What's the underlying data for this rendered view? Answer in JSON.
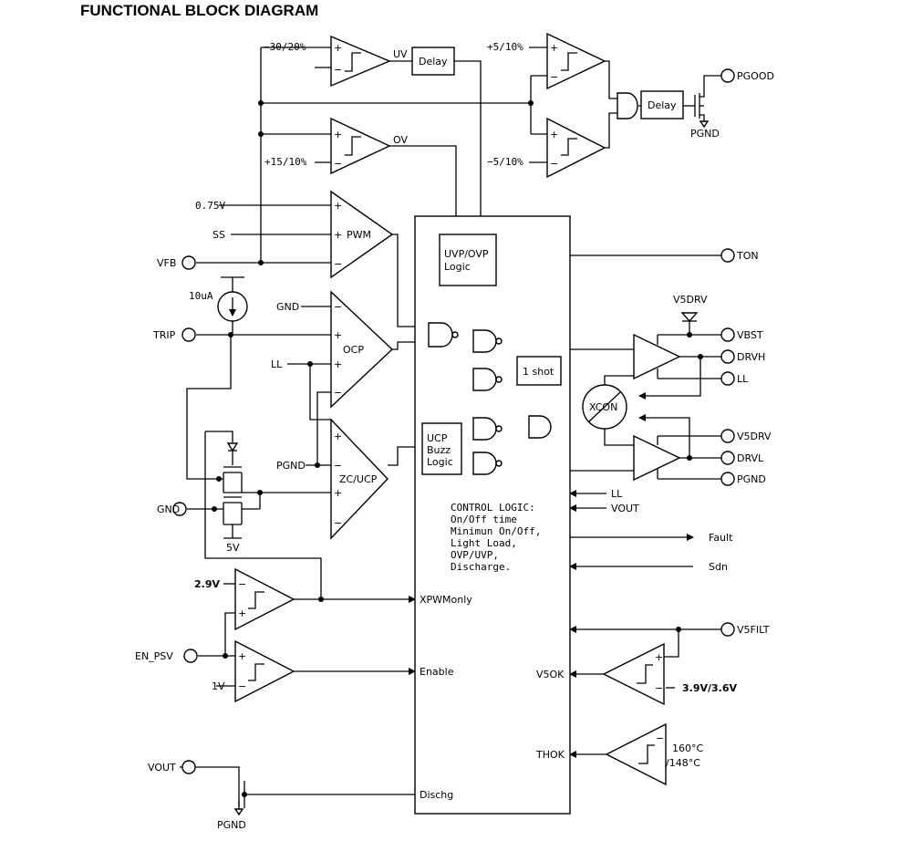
{
  "title": "FUNCTIONAL BLOCK DIAGRAM",
  "pins": {
    "pgood": "PGOOD",
    "ton": "TON",
    "v5drv_top": "V5DRV",
    "vbst": "VBST",
    "drvh": "DRVH",
    "ll_right": "LL",
    "v5drv": "V5DRV",
    "drvl": "DRVL",
    "pgnd_right": "PGND",
    "v5filt": "V5FILT",
    "vfb": "VFB",
    "trip": "TRIP",
    "gnd": "GND",
    "en_psv": "EN_PSV",
    "vout": "VOUT",
    "pgnd_bottom": "PGND",
    "pgnd_top": "PGND"
  },
  "refs": {
    "uv_thresh": "−30/20%",
    "ov_thresh": "+15/10%",
    "pg_high": "+5/10%",
    "pg_low": "−5/10%",
    "v075": "0.75V",
    "ss": "SS",
    "i10ua": "10uA",
    "gnd_ocp": "GND",
    "ll_ocp": "LL",
    "pgnd_zc": "PGND",
    "five_v": "5V",
    "v29": "2.9V",
    "v1": "1V",
    "v39": "3.9V/3.6V",
    "t160": "160°C",
    "t148": "/148°C",
    "ll_in": "LL",
    "vout_in": "VOUT",
    "fault": "Fault",
    "sdn": "Sdn"
  },
  "blocks": {
    "uv": "UV",
    "ov": "OV",
    "delay1": "Delay",
    "delay2": "Delay",
    "pwm": "PWM",
    "ocp": "OCP",
    "zcucp": "ZC/UCP",
    "uvp1": "UVP/OVP",
    "uvp2": "Logic",
    "ucp1": "UCP",
    "ucp2": "Buzz",
    "ucp3": "Logic",
    "oneshot": "1 shot",
    "xcon": "XCON"
  },
  "logic": {
    "ctrl": [
      "CONTROL LOGIC:",
      "On/Off time",
      "Minimun On/Off,",
      "Light Load,",
      "OVP/UVP,",
      "Discharge."
    ],
    "xpwm": "XPWMonly",
    "enable": "Enable",
    "v5ok": "V5OK",
    "thok": "THOK",
    "dischg": "Dischg"
  },
  "signs": {
    "plus": "+",
    "minus": "−"
  }
}
